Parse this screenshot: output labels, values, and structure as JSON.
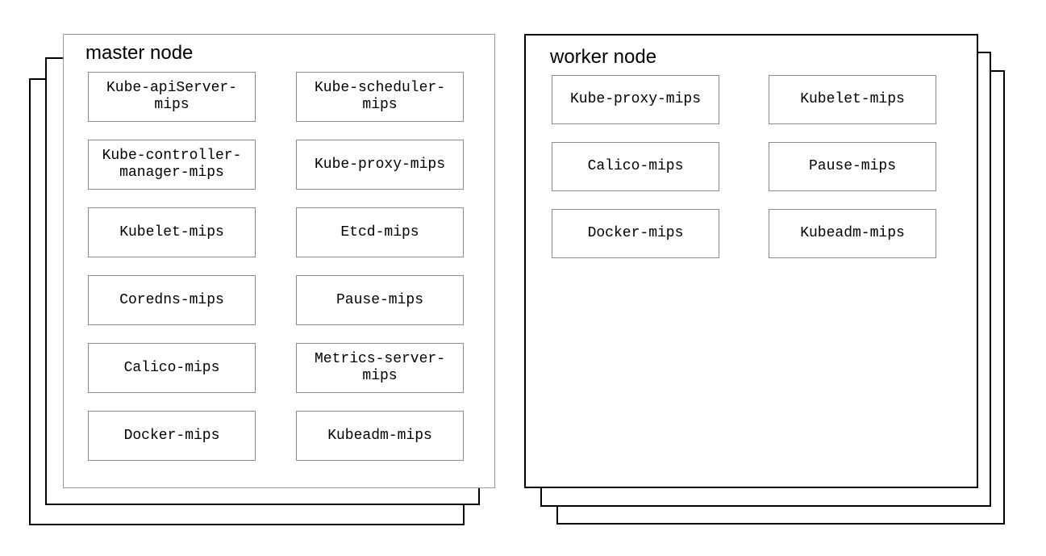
{
  "colors": {
    "background": "#ffffff",
    "text": "#000000",
    "master_node_border": "#999999",
    "worker_node_border": "#000000",
    "stack_layer_border": "#000000",
    "component_border": "#8a8a8a"
  },
  "master_node": {
    "title": "master node",
    "components": [
      {
        "label": "Kube-apiServer-\nmips"
      },
      {
        "label": "Kube-scheduler-\nmips"
      },
      {
        "label": "Kube-controller-\nmanager-mips"
      },
      {
        "label": "Kube-proxy-mips"
      },
      {
        "label": "Kubelet-mips"
      },
      {
        "label": "Etcd-mips"
      },
      {
        "label": "Coredns-mips"
      },
      {
        "label": "Pause-mips"
      },
      {
        "label": "Calico-mips"
      },
      {
        "label": "Metrics-server-\nmips"
      },
      {
        "label": "Docker-mips"
      },
      {
        "label": "Kubeadm-mips"
      }
    ]
  },
  "worker_node": {
    "title": "worker node",
    "components": [
      {
        "label": "Kube-proxy-mips"
      },
      {
        "label": "Kubelet-mips"
      },
      {
        "label": "Calico-mips"
      },
      {
        "label": "Pause-mips"
      },
      {
        "label": "Docker-mips"
      },
      {
        "label": "Kubeadm-mips"
      }
    ]
  }
}
